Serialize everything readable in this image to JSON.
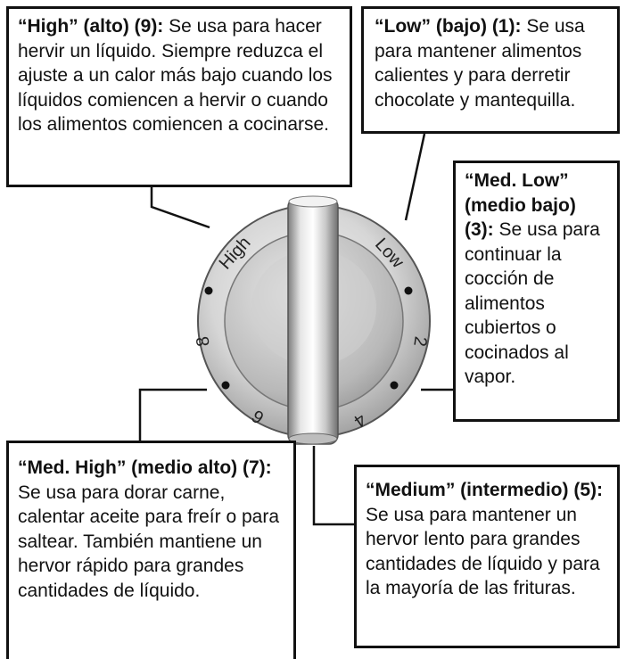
{
  "callouts": {
    "high": {
      "heading": "“High” (alto) (9):",
      "text": "Se usa para hacer hervir un líquido. Siempre reduzca el ajuste a un calor más bajo cuando los líquidos comiencen a hervir o cuando los alimentos comiencen a cocinarse."
    },
    "low": {
      "heading": "“Low” (bajo) (1):",
      "text": "Se usa para mantener alimentos calientes y para derretir chocolate y mantequilla."
    },
    "medlow": {
      "heading": "“Med. Low” (medio bajo) (3):",
      "text": "Se usa para continuar la cocción de alimentos cubiertos o cocinados al vapor."
    },
    "medhigh": {
      "heading": "“Med. High” (medio alto) (7):",
      "text": "Se usa para dorar carne, calentar aceite para freír o para saltear. También mantiene un hervor rápido para grandes cantidades de líquido."
    },
    "medium": {
      "heading": "“Medium” (intermedio) (5):",
      "text": "Se usa para mantener un hervor lento para grandes cantidades de líquido y para la mayoría de las frituras."
    }
  },
  "dial": {
    "label_high": "High",
    "label_low": "Low",
    "label_2": "2",
    "label_4": "4",
    "label_6": "6",
    "label_8": "8"
  }
}
